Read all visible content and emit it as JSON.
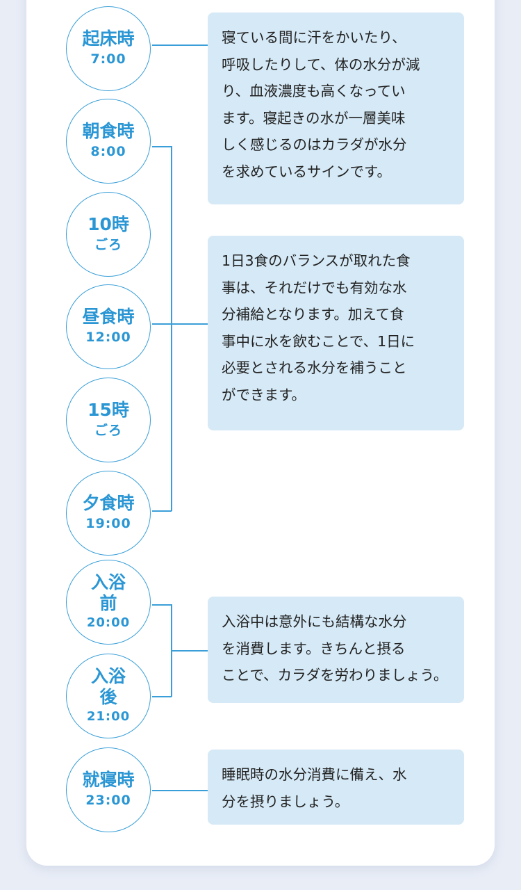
{
  "timeline": [
    {
      "label": "起床時",
      "time": "7:00"
    },
    {
      "label": "朝食時",
      "time": "8:00"
    },
    {
      "label": "10時",
      "time": "ごろ"
    },
    {
      "label": "昼食時",
      "time": "12:00"
    },
    {
      "label": "15時",
      "time": "ごろ"
    },
    {
      "label": "夕食時",
      "time": "19:00"
    },
    {
      "label": "入浴\n前",
      "time": "20:00"
    },
    {
      "label": "入浴\n後",
      "time": "21:00"
    },
    {
      "label": "就寝時",
      "time": "23:00"
    }
  ],
  "notes": [
    {
      "lines": [
        "寝ている間に汗をかいたり、",
        "呼吸したりして、体の水分が減",
        "り、血液濃度も高くなってい",
        "ます。寝起きの水が一層美味",
        "しく感じるのはカラダが水分",
        "を求めているサインです。"
      ]
    },
    {
      "lines": [
        "1日3食のバランスが取れた食",
        "事は、それだけでも有効な水",
        "分補給となります。加えて食",
        "事中に水を飲むことで、1日に",
        "必要とされる水分を補うこと",
        "ができます。"
      ]
    },
    {
      "lines": [
        "入浴中は意外にも結構な水分",
        "を消費します。きちんと摂る",
        "ことで、カラダを労わりましょう。"
      ]
    },
    {
      "lines": [
        "睡眠時の水分消費に備え、水",
        "分を摂りましょう。"
      ]
    }
  ]
}
